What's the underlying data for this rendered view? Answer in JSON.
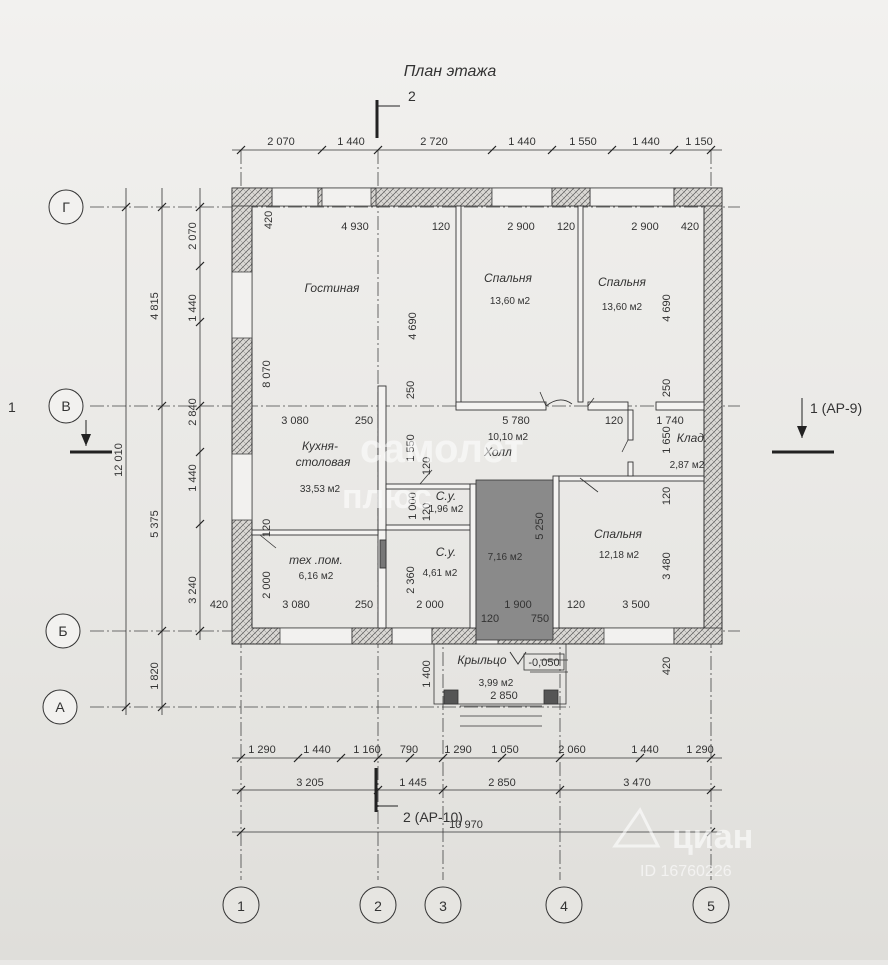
{
  "title": "План этажа",
  "sections": {
    "top": "2",
    "bottom": "2 (АР-10)",
    "left": "1",
    "right": "1 (АР-9)"
  },
  "axes": {
    "letters": [
      "Г",
      "В",
      "Б",
      "А"
    ],
    "numbers": [
      "1",
      "2",
      "3",
      "4",
      "5"
    ]
  },
  "dims": {
    "top_chain": [
      "2 070",
      "1 440",
      "2 720",
      "1 440",
      "1 550",
      "1 440",
      "1 150"
    ],
    "bottom_chain1": [
      "1 290",
      "1 440",
      "1 160",
      "790",
      "1 290",
      "1 050",
      "2 060",
      "1 440",
      "1 290"
    ],
    "bottom_chain2": [
      "3 205",
      "1 445",
      "2 850",
      "3 470"
    ],
    "bottom_total": "10 970",
    "left_chain1": [
      "2 070",
      "1 440",
      "2 840",
      "1 440",
      "3 240"
    ],
    "left_chain2": [
      "4 815",
      "5 375",
      "1 820"
    ],
    "left_total": "12 010",
    "interior": {
      "d_4930": "4 930",
      "d_120a": "120",
      "d_2900a": "2 900",
      "d_120b": "120",
      "d_2900b": "2 900",
      "d_420a": "420",
      "d_420b": "420",
      "d_4690a": "4 690",
      "d_4690b": "4 690",
      "d_8070": "8 070",
      "d_250a": "250",
      "d_250b": "250",
      "d_3080a": "3 080",
      "d_250c": "250",
      "d_5780": "5 780",
      "d_120c": "120",
      "d_1740": "1 740",
      "d_1550": "1 550",
      "d_120d": "120",
      "d_1650": "1 650",
      "d_1000": "1 000",
      "d_120e": "120",
      "d_5250": "5 250",
      "d_120f": "120",
      "d_3480": "3 480",
      "d_120g": "120",
      "d_2000a": "2 000",
      "d_2360": "2 360",
      "d_420c": "420",
      "d_3080b": "3 080",
      "d_250d": "250",
      "d_2000b": "2 000",
      "d_1900": "1 900",
      "d_120h": "120",
      "d_3500": "3 500",
      "d_120i": "120",
      "d_750": "750",
      "d_1400": "1 400",
      "d_2850p": "2 850",
      "d_420d": "420"
    }
  },
  "rooms": [
    {
      "name": "Гостиная",
      "area": ""
    },
    {
      "name": "Спальня",
      "area": "13,60 м2"
    },
    {
      "name": "Спальня",
      "area": "13,60 м2"
    },
    {
      "name": "Кухня-\nстоловая",
      "area": "33,53 м2"
    },
    {
      "name": "Холл",
      "area": "10,10 м2"
    },
    {
      "name": "Клад.",
      "area": "2,87 м2"
    },
    {
      "name": "С.у.",
      "area": "1,96 м2"
    },
    {
      "name": "С.у.",
      "area": "4,61 м2"
    },
    {
      "name": "",
      "area": "7,16 м2"
    },
    {
      "name": "Спальня",
      "area": "12,18 м2"
    },
    {
      "name": "тех .пом.",
      "area": "6,16 м2"
    },
    {
      "name": "Крыльцо",
      "area": "3,99 м2"
    }
  ],
  "level_mark": "-0,050",
  "watermarks": [
    "самолет",
    "плюс",
    "циан",
    "ID 16760226"
  ],
  "colors": {
    "line": "#333333",
    "wall_fill": "#d8d6d2",
    "wet_zone": "#8d8d8d"
  }
}
